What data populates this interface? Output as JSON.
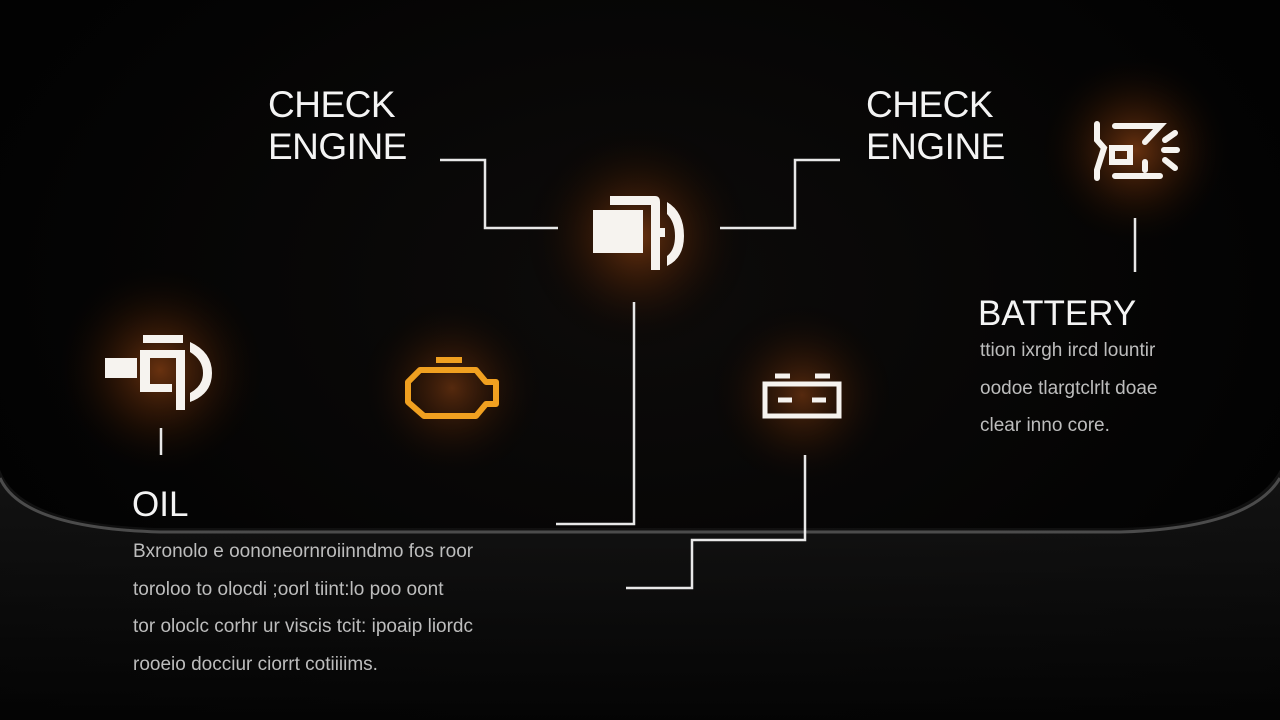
{
  "labels": {
    "check_engine_left": [
      "CHECK",
      "ENGINE"
    ],
    "check_engine_right": [
      "CHECK",
      "ENGINE"
    ],
    "battery": "BATTERY",
    "oil": "OIL"
  },
  "battery_description": [
    "ttion ixrgh ircd lountir",
    "oodoe tlargtclrlt doae",
    "clear inno core."
  ],
  "oil_description": [
    "Bxronolo e oononeornroiinndmo fos roor",
    "toroloo to olocdi ;oorl tiint:lo poo oont",
    "tor oloclc corhr ur viscis tcit: ipoaip liordc",
    "rooeio docciur ciorrt cotiiiims."
  ],
  "icons": {
    "center": "check-engine-icon",
    "top_right": "engine-fault-icon",
    "left": "oil-icon",
    "middle_left": "engine-outline-icon",
    "middle_right": "battery-icon"
  },
  "colors": {
    "icon_white": "#f6f3ef",
    "engine_amber": "#f0a020",
    "glow": "#5a2a08",
    "line": "#e8e8e8"
  }
}
